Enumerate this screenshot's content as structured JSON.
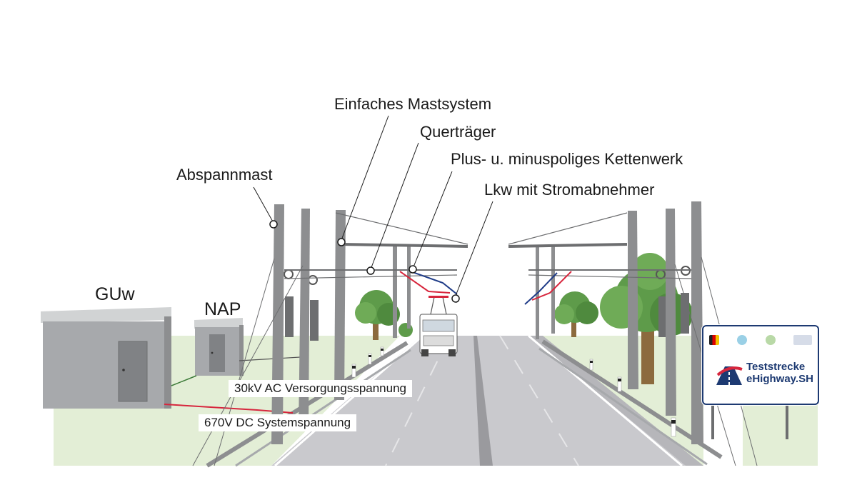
{
  "labels": {
    "einfaches_mastsystem": "Einfaches Mastsystem",
    "quertraeger": "Querträger",
    "kettenwerk": "Plus- u. minuspoliges Kettenwerk",
    "abspannmast": "Abspannmast",
    "lkw": "Lkw mit Stromabnehmer",
    "guw": "GUw",
    "nap": "NAP",
    "ac_supply": "30kV AC Versorgungsspannung",
    "dc_system": "670V DC Systemspannung"
  },
  "sign": {
    "line1": "Teststrecke",
    "line2": "eHighway.SH"
  },
  "colors": {
    "mast": "#8d8e90",
    "mast_dark": "#6d6e70",
    "building": "#a7a9ac",
    "grass": "#e3eed6",
    "road": "#c9c9cd",
    "tree": "#5e9b4a",
    "trunk": "#8c6a3e",
    "plus_line": "#d7263d",
    "minus_line": "#1f3c88",
    "sign_blue": "#1d3a72"
  }
}
